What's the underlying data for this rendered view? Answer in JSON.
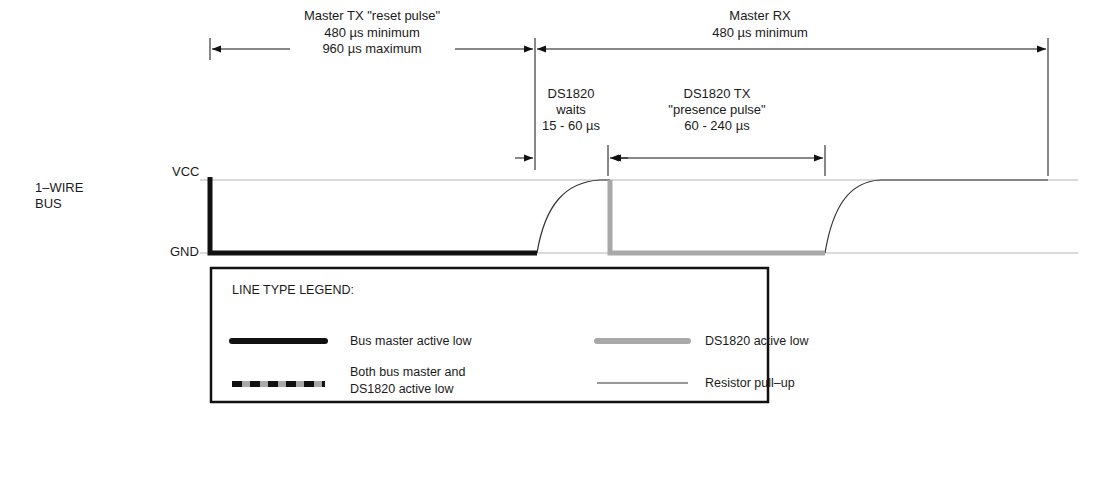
{
  "diagram": {
    "labels": [
      "Master TX \"reset pulse\"",
      "480 µs minimum",
      "960 µs maximum",
      "Master RX",
      "480 µs minimum",
      "DS1820",
      "waits",
      "15 - 60 µs",
      "DS1820 TX",
      "\"presence pulse\"",
      "60 - 240 µs",
      "VCC",
      "1–WIRE",
      "BUS",
      "GND",
      "LINE TYPE LEGEND:"
    ],
    "legend": [
      {
        "text": "Bus master active low"
      },
      {
        "text": "DS1820 active low"
      },
      {
        "text": "Both bus master and DS1820 active low"
      },
      {
        "text": "Resistor pull–up"
      }
    ]
  }
}
